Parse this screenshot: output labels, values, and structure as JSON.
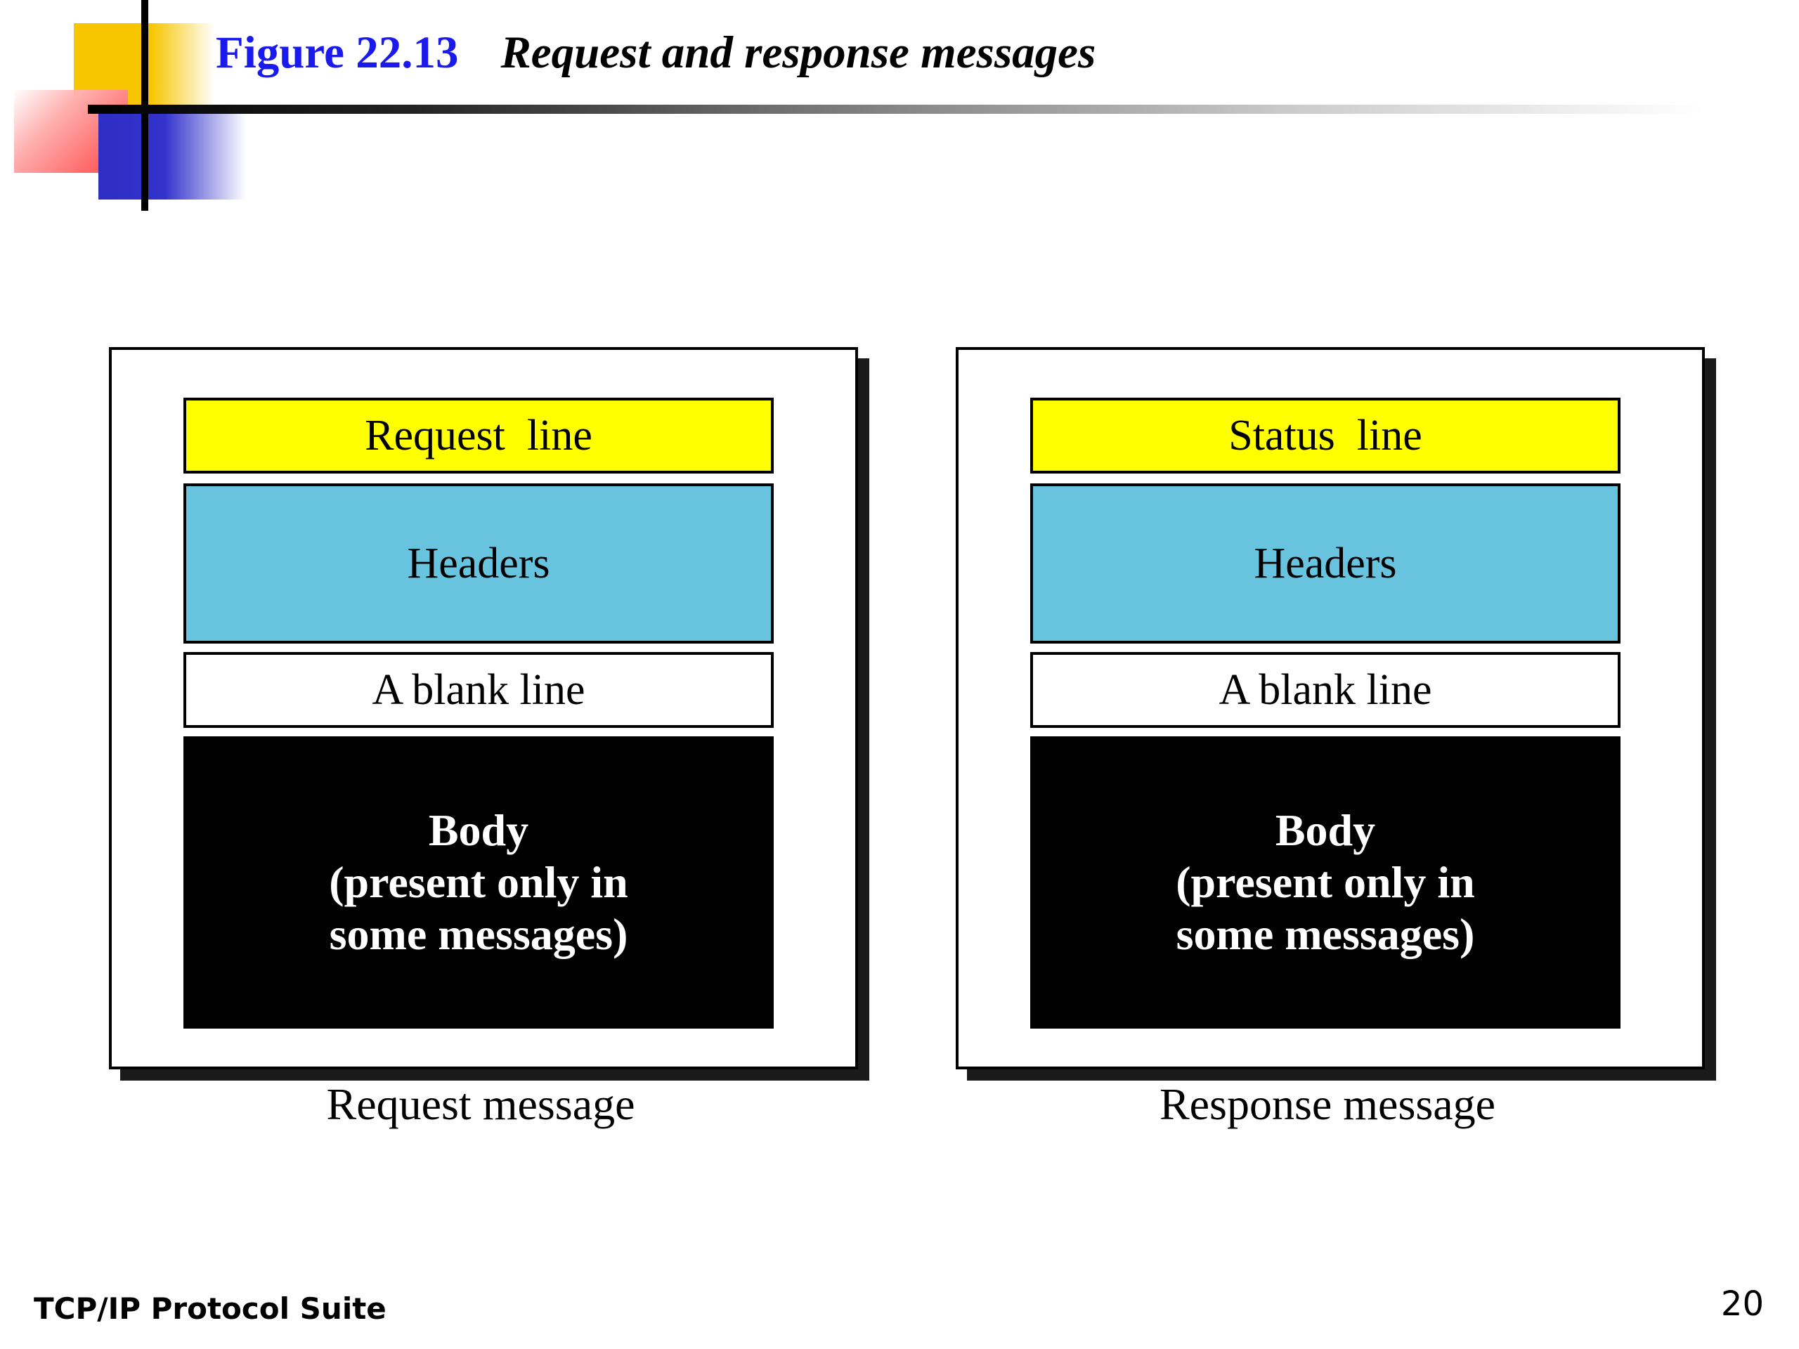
{
  "header": {
    "figure_number": "Figure 22.13",
    "caption": "Request and response messages"
  },
  "request": {
    "first_line": "Request  line",
    "headers": "Headers",
    "blank_line": "A blank line",
    "body_lines": [
      "Body",
      "(present only in",
      "some messages)"
    ],
    "label": "Request message"
  },
  "response": {
    "first_line": "Status  line",
    "headers": "Headers",
    "blank_line": "A blank line",
    "body_lines": [
      "Body",
      "(present only in",
      "some messages)"
    ],
    "label": "Response message"
  },
  "footer": {
    "left": "TCP/IP Protocol Suite",
    "page": "20"
  },
  "colors": {
    "first_line_fill": "#ffff00",
    "headers_fill": "#67c3de",
    "body_fill": "#000000",
    "title_blue": "#1a1aee"
  }
}
